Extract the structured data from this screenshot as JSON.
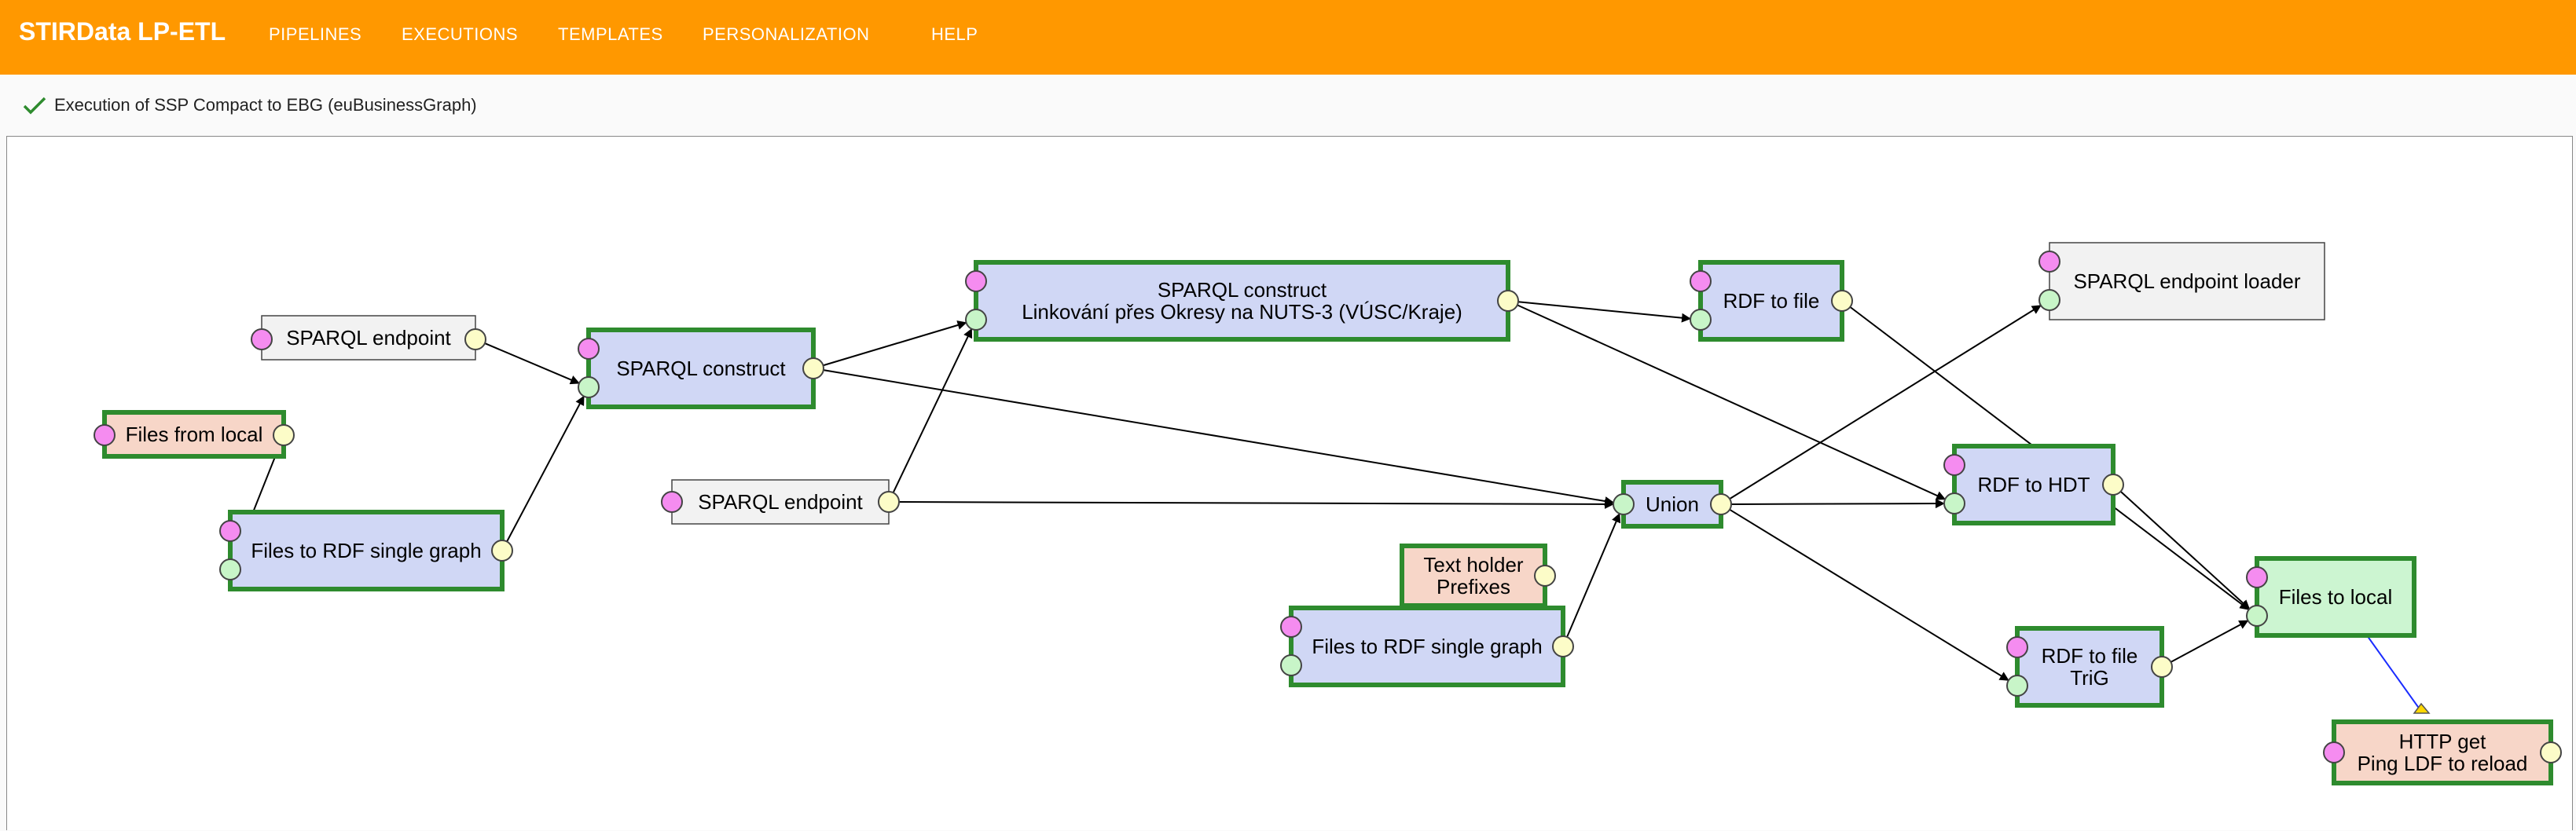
{
  "app": {
    "title": "STIRData LP-ETL"
  },
  "nav": {
    "pipelines": "PIPELINES",
    "executions": "EXECUTIONS",
    "templates": "TEMPLATES",
    "personalization": "PERSONALIZATION",
    "help": "HELP"
  },
  "execution": {
    "status_icon": "check-icon",
    "title": "Execution of SSP Compact to EBG (euBusinessGraph)"
  },
  "colors": {
    "header": "#ff9800",
    "transformer": "#d0d7f5",
    "extractor": "#f2f2f2",
    "local_source": "#f7d6c8",
    "loader": "#ccf5d1",
    "success_border": "#2e8b2e",
    "config_port": "#f58cf0",
    "input_port": "#c8f5c8",
    "output_port": "#fcfcc8"
  },
  "diagram": {
    "components": {
      "sparql_endpoint_1": {
        "lines": [
          "SPARQL endpoint"
        ]
      },
      "files_from_local": {
        "lines": [
          "Files from local"
        ]
      },
      "files_to_rdf_1": {
        "lines": [
          "Files to RDF single graph"
        ]
      },
      "sparql_construct_1": {
        "lines": [
          "SPARQL construct"
        ]
      },
      "sparql_construct_2": {
        "lines": [
          "SPARQL construct",
          "Linkování přes Okresy na NUTS-3 (VÚSC/Kraje)"
        ]
      },
      "sparql_endpoint_2": {
        "lines": [
          "SPARQL endpoint"
        ]
      },
      "rdf_to_file_1": {
        "lines": [
          "RDF to file"
        ]
      },
      "sparql_endpoint_loader": {
        "lines": [
          "SPARQL endpoint loader"
        ]
      },
      "union": {
        "lines": [
          "Union"
        ]
      },
      "text_holder": {
        "lines": [
          "Text holder",
          "Prefixes"
        ]
      },
      "files_to_rdf_2": {
        "lines": [
          "Files to RDF single graph"
        ]
      },
      "rdf_to_hdt": {
        "lines": [
          "RDF to HDT"
        ]
      },
      "rdf_to_file_trig": {
        "lines": [
          "RDF to file",
          "TriG"
        ]
      },
      "files_to_local": {
        "lines": [
          "Files to local"
        ]
      },
      "http_get": {
        "lines": [
          "HTTP get",
          "Ping LDF to reload"
        ]
      }
    }
  }
}
